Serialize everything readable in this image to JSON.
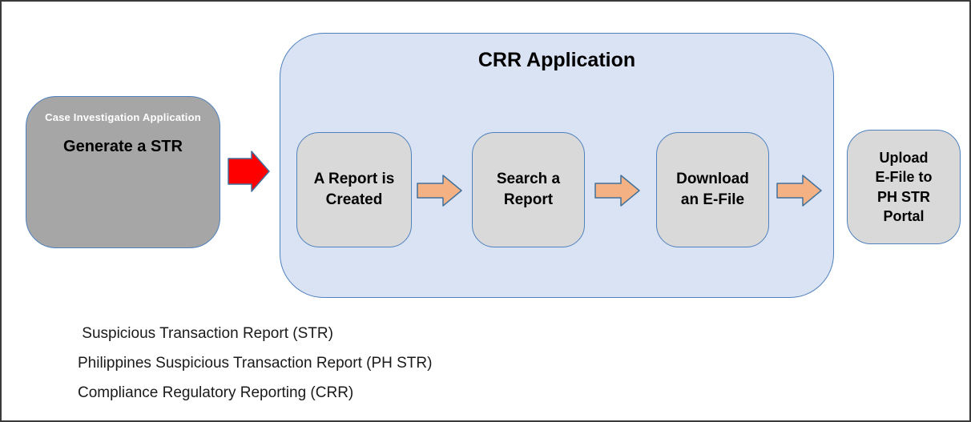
{
  "case_box": {
    "app_label": "Case Investigation Application",
    "step_label": "Generate a STR",
    "fill": "#a6a6a6"
  },
  "crr": {
    "title": "CRR Application",
    "fill": "#dae3f3",
    "steps": [
      {
        "label": "A Report is\nCreated"
      },
      {
        "label": "Search a\nReport"
      },
      {
        "label": "Download\nan E-File"
      }
    ]
  },
  "upload_box": {
    "label": "Upload\nE-File to\nPH STR\nPortal"
  },
  "legend": {
    "lines": [
      " Suspicious Transaction Report (STR)",
      "Philippines Suspicious Transaction Report (PH STR)",
      "Compliance Regulatory Reporting (CRR)"
    ]
  },
  "colors": {
    "step_box_fill": "#d9d9d9",
    "box_border": "#4f81bd",
    "red_arrow_fill": "#ff0000",
    "orange_arrow_fill": "#f4b183",
    "arrow_stroke": "#41719c",
    "frame_border": "#3a3a3a"
  }
}
